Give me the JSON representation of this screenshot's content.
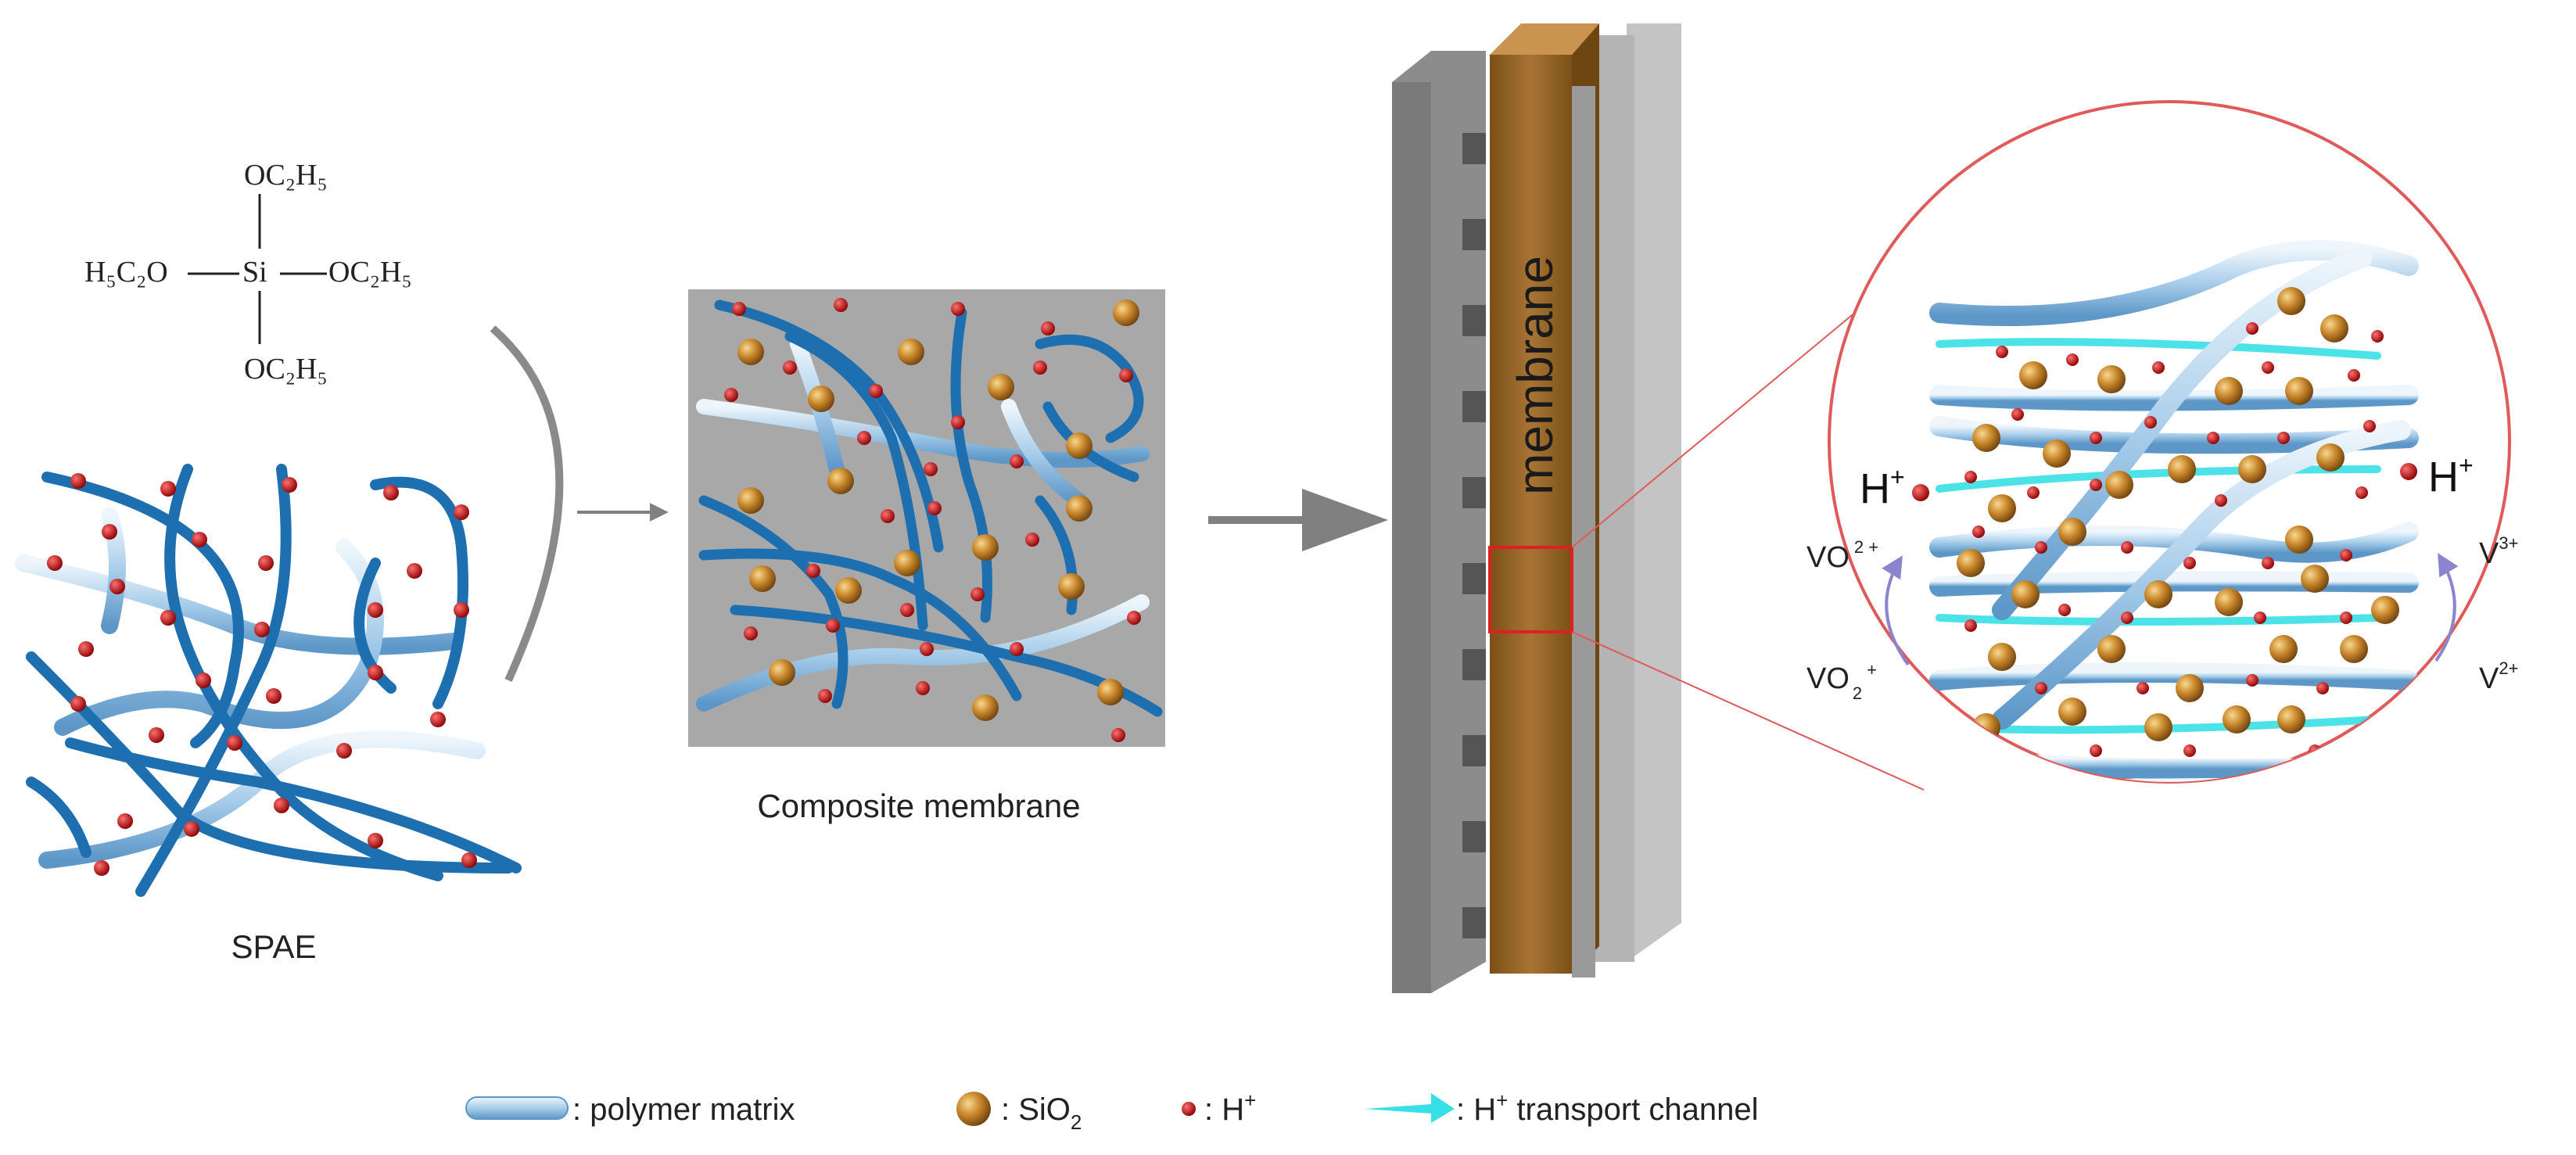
{
  "molecule": {
    "top": "OC2H5",
    "left": "H5C2O",
    "center": "Si",
    "right": "OC2H5",
    "bottom": "OC2H5"
  },
  "labels": {
    "spae": "SPAE",
    "composite": "Composite membrane",
    "membrane": "membrane",
    "h_left": "H",
    "h_right": "H",
    "plus": "+",
    "vo_top": "VO",
    "vo_top_sup": "2 +",
    "vo_bottom": "VO",
    "vo_bottom_sub": "2",
    "vo_bottom_sup": "+",
    "v3": "V",
    "v3_sup": "3+",
    "v2": "V",
    "v2_sup": "2+"
  },
  "legend": {
    "polymer": ": polymer matrix",
    "sio2": ": SiO",
    "sio2_sub": "2",
    "h": ": H",
    "h_sup": "+",
    "channel_prefix": ": H",
    "channel_sup": "+",
    "channel_suffix": " transport channel"
  },
  "colors": {
    "dark_chain": "#1e6fb0",
    "light_chain": "#a8cdea",
    "proton": "#c01818",
    "silica": "#c8862a",
    "membrane": "#9a6a2a",
    "channel": "#37e0e6",
    "circle": "#e05a5a",
    "arrow": "#808080"
  },
  "icons": [
    "polymer-matrix-icon",
    "silica-sphere-icon",
    "proton-dot-icon",
    "transport-channel-arrow-icon"
  ]
}
